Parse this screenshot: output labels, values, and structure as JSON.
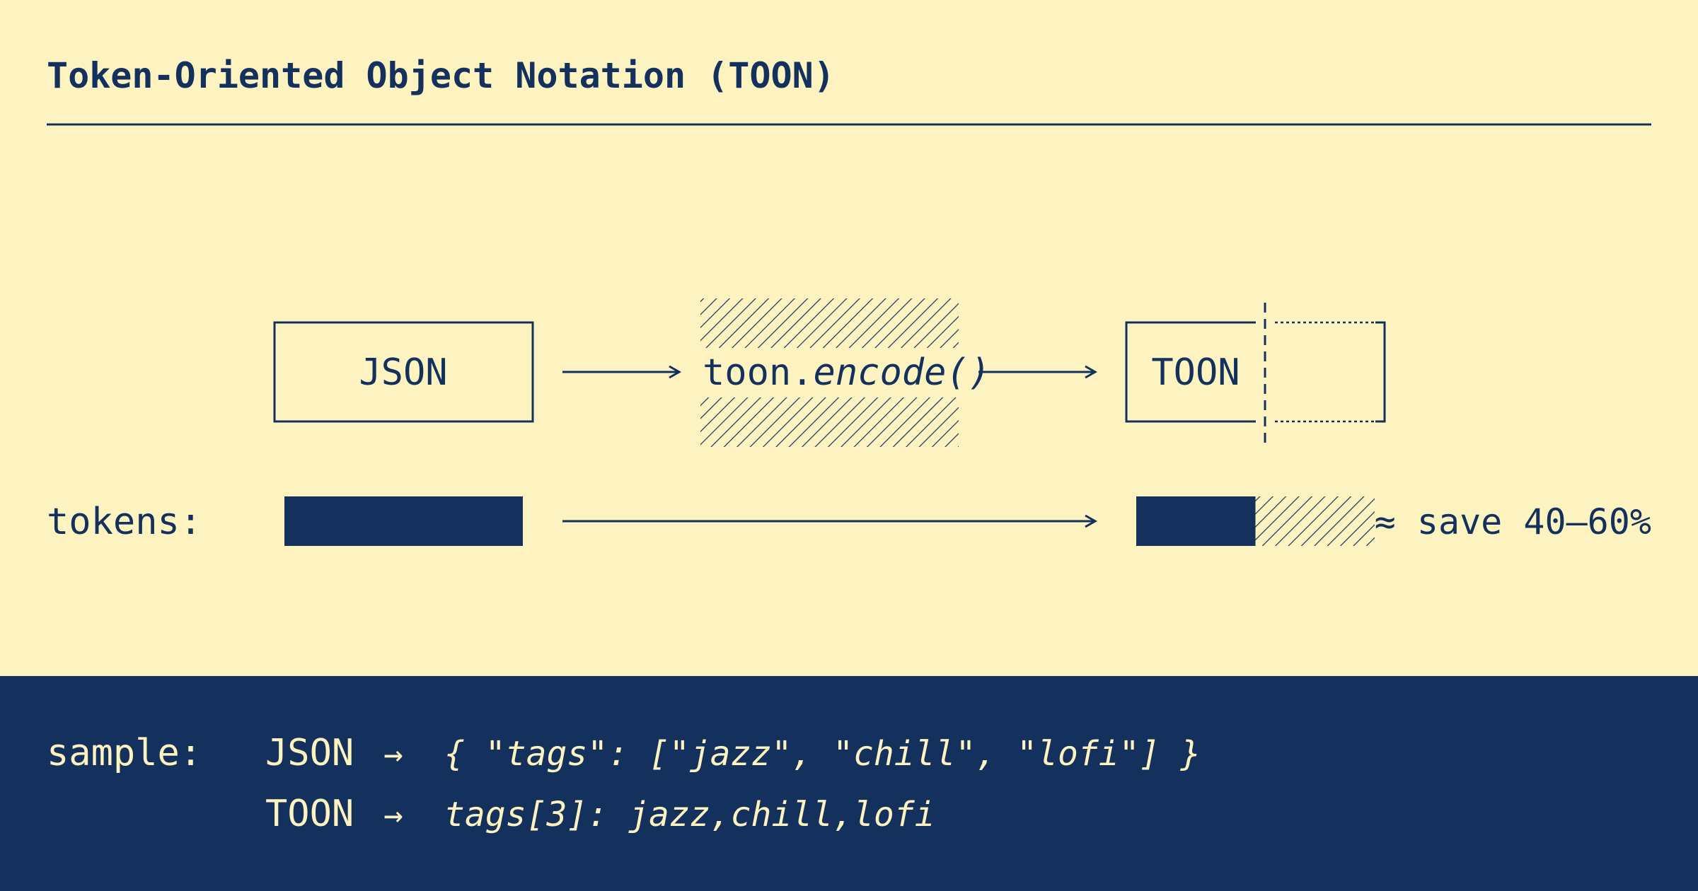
{
  "title": "Token-Oriented Object Notation (TOON)",
  "colors": {
    "background": "#fdf3c1",
    "ink": "#13315c",
    "panel": "#13315c",
    "panel_text": "#fdf3c1"
  },
  "flow": {
    "input_label": "JSON",
    "encoder_object": "toon.",
    "encoder_method": "encode()",
    "output_label": "TOON"
  },
  "tokens": {
    "label": "tokens:",
    "json_relative": 1.0,
    "toon_relative": 0.5,
    "savings_text": "≈ save 40–60%"
  },
  "sample": {
    "label": "sample:",
    "rows": [
      {
        "format": "JSON",
        "arrow": "→",
        "code": "{ \"tags\": [\"jazz\", \"chill\", \"lofi\"] }"
      },
      {
        "format": "TOON",
        "arrow": "→",
        "code": "tags[3]: jazz,chill,lofi"
      }
    ]
  }
}
